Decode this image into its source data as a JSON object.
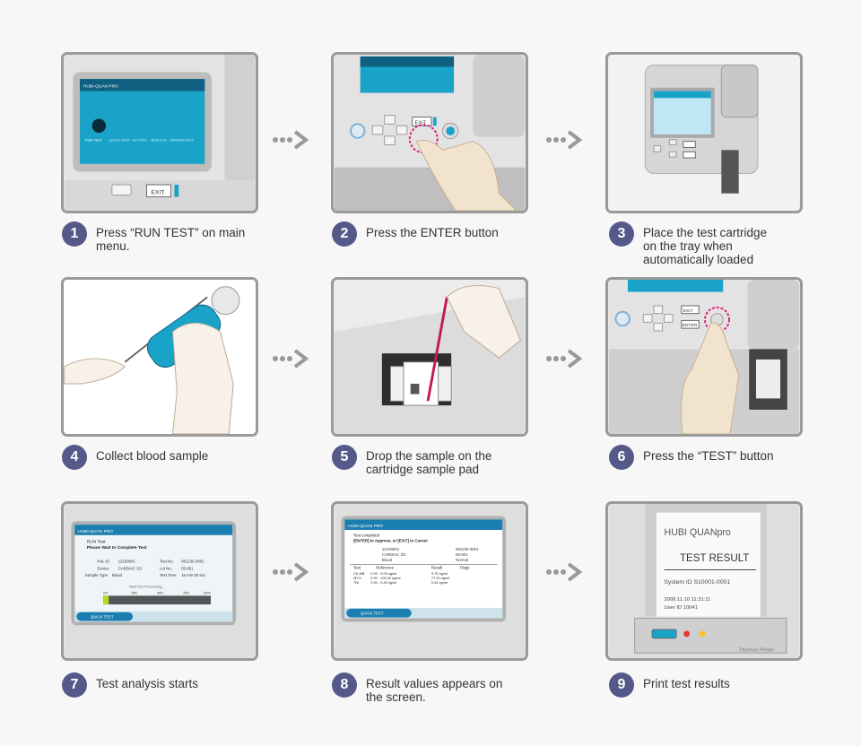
{
  "steps": [
    {
      "num": "1",
      "caption": "Press “RUN TEST” on main menu."
    },
    {
      "num": "2",
      "caption": "Press the ENTER button"
    },
    {
      "num": "3",
      "caption": "Place the test cartridge on the tray when automatically loaded"
    },
    {
      "num": "4",
      "caption": "Collect blood sample"
    },
    {
      "num": "5",
      "caption": "Drop the sample on the cartridge sample pad"
    },
    {
      "num": "6",
      "caption": "Press the “TEST” button"
    },
    {
      "num": "7",
      "caption": "Test analysis starts"
    },
    {
      "num": "8",
      "caption": "Result values appears on the screen."
    },
    {
      "num": "9",
      "caption": "Print test results"
    }
  ],
  "device": {
    "exit_label": "EXIT",
    "enter_label": "ENTER",
    "brand": "HUBI-QUAN PRO",
    "menu": [
      "RUN TEST",
      "QUICK TEST",
      "SETTING",
      "RESULTS",
      "PARAMETERS"
    ]
  },
  "screen7": {
    "title": "RUN Test",
    "subtitle": "Please Wait to Complete Test",
    "pat_id_label": "Pat. ID.",
    "pat_id": "12100001",
    "device_label": "Device",
    "device_val": "CARDIAC 3/1",
    "sample_label": "Sample Type",
    "sample_val": "Blood",
    "test_no_label": "Test No.",
    "test_no": "081235-0001",
    "lot_no_label": "Lot No.",
    "lot_no": "05-001",
    "test_time_label": "Test Time",
    "test_time": "15 min 00 sec",
    "progress_label": "Wait Test Processing...",
    "progress_ticks": [
      "0%",
      "25%",
      "50%",
      "75%",
      "100%"
    ],
    "progress": 0.05,
    "footer": "QUICK TEST"
  },
  "screen8": {
    "title": "Test completed",
    "subtitle": "[ENTER] to Approve, or [EXIT] to Cancel",
    "pat_id": "12100001",
    "device": "CARDIAC 3/1",
    "sample": "Blood",
    "test_no": "081235-0001",
    "lot_no": "05-001",
    "result": "Normal",
    "cols": [
      "Test",
      "Reference",
      "Result",
      "Flags"
    ],
    "rows": [
      [
        "CK-MB",
        "0.00 - 5.00 ng/ml",
        "3.70 ng/ml"
      ],
      [
        "MYO",
        "0.00 - 100.00 ng/ml",
        "77.10 ng/ml"
      ],
      [
        "TNI",
        "0.00 - 0.40 ng/ml",
        "0.34 ng/ml"
      ]
    ],
    "footer": "QUICK TEST"
  },
  "printer": {
    "brand": "HUBI QUANpro",
    "title": "TEST RESULT",
    "system_id": "System ID S10001-0001",
    "datetime": "2009.11.10 11:31:11",
    "user_id": "User ID    10041",
    "label": "Thermal Printer"
  }
}
